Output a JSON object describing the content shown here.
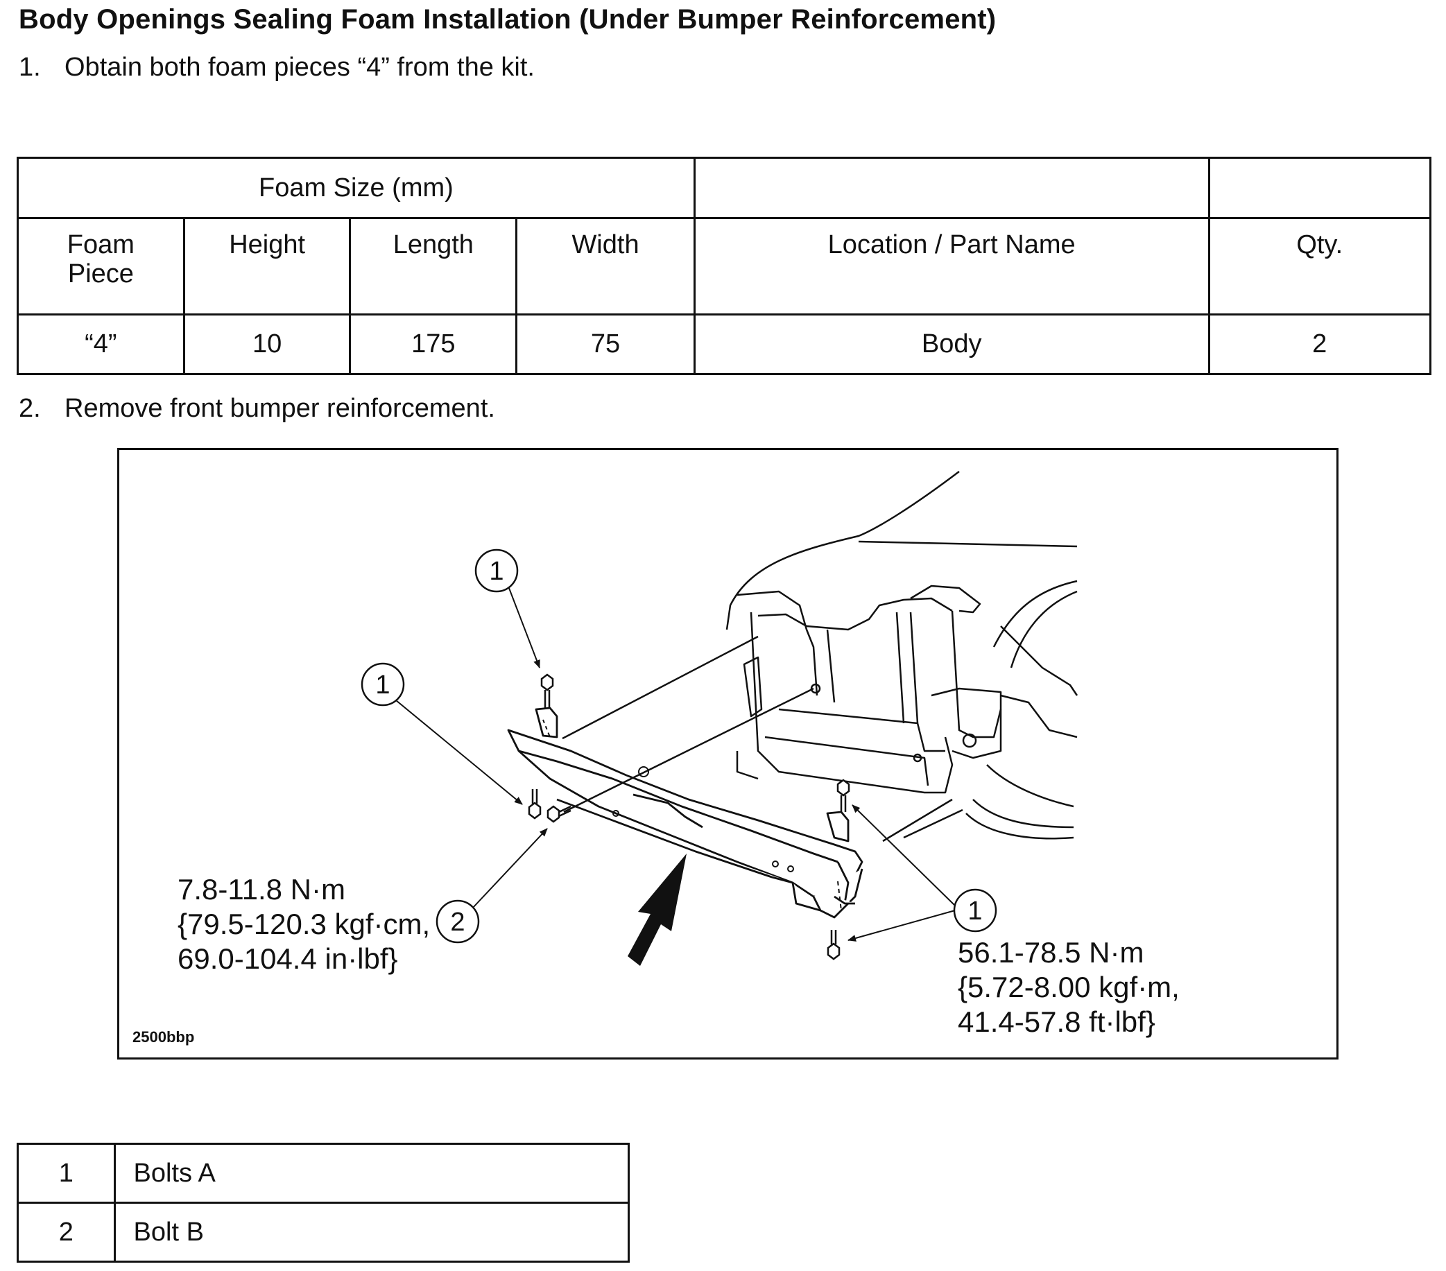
{
  "heading": "Body Openings Sealing Foam Installation (Under Bumper Reinforcement)",
  "steps": [
    {
      "num": "1.",
      "text": "Obtain both foam pieces “4” from the kit."
    },
    {
      "num": "2.",
      "text": "Remove front bumper reinforcement."
    }
  ],
  "foam_table": {
    "group_header": "Foam Size (mm)",
    "headers": [
      "Foam Piece",
      "Height",
      "Length",
      "Width",
      "Location / Part Name",
      "Qty."
    ],
    "rows": [
      [
        "“4”",
        "10",
        "175",
        "75",
        "Body",
        "2"
      ]
    ]
  },
  "figure": {
    "callouts": {
      "one": "1",
      "two": "2"
    },
    "torque_b": [
      "7.8-11.8 N·m",
      "{79.5-120.3 kgf·cm,",
      "69.0-104.4 in·lbf}"
    ],
    "torque_a": [
      "56.1-78.5 N·m",
      "{5.72-8.00 kgf·m,",
      "41.4-57.8 ft·lbf}"
    ],
    "code": "2500bbp"
  },
  "legend": [
    {
      "num": "1",
      "label": "Bolts A"
    },
    {
      "num": "2",
      "label": "Bolt B"
    }
  ]
}
